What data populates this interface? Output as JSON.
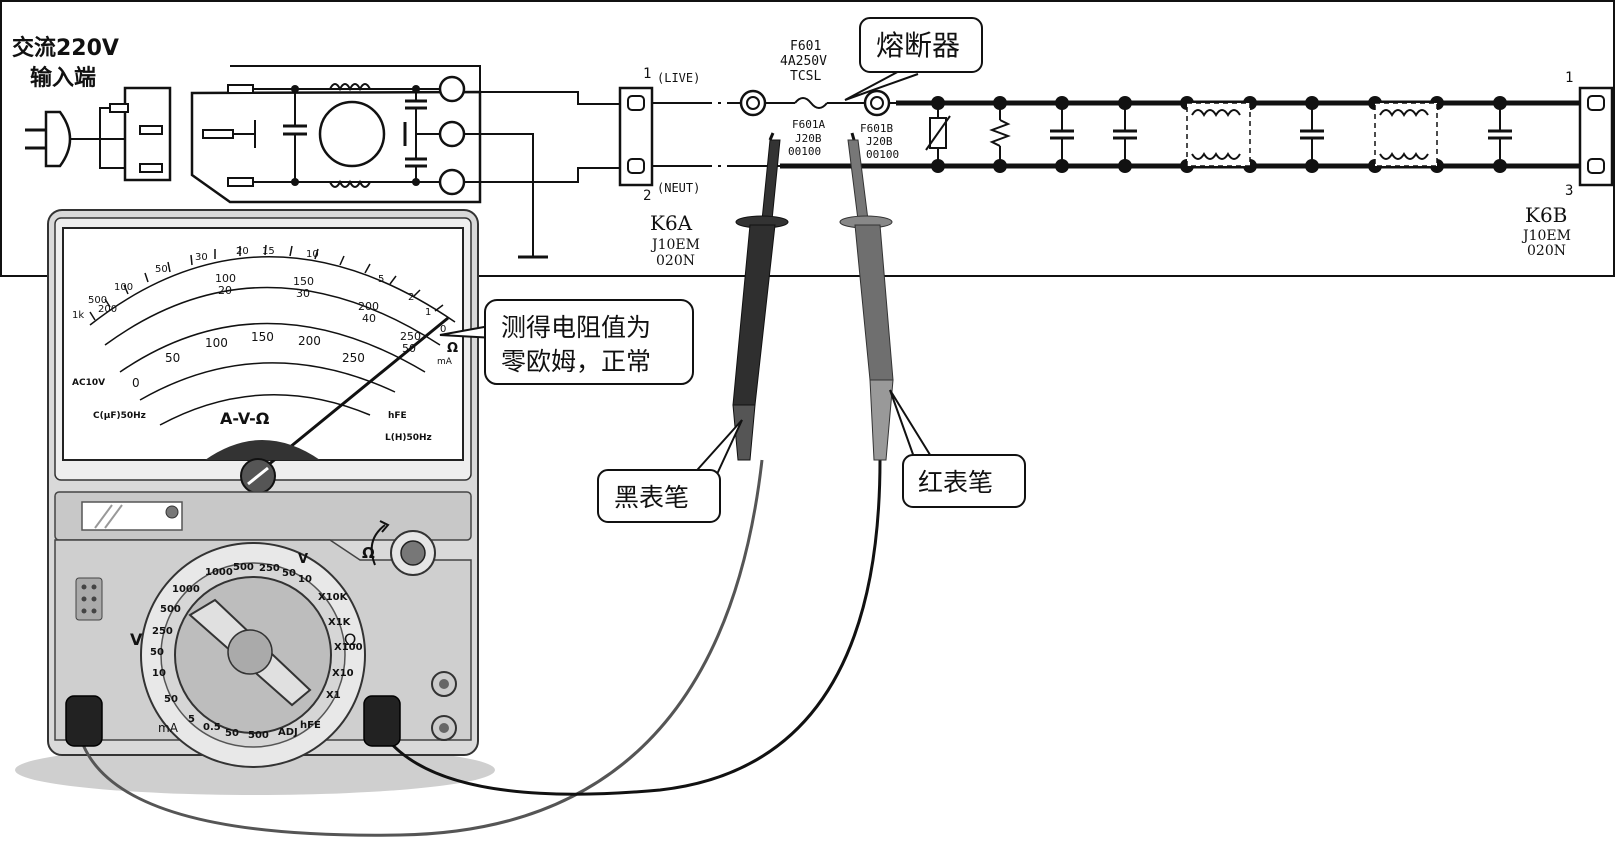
{
  "input": {
    "line1": "交流220V",
    "line2": "输入端"
  },
  "fuse": {
    "ref": "F601",
    "rating": "4A250V",
    "type": "TCSL",
    "pad_a": {
      "ref": "F601A",
      "code1": "J20B",
      "code2": "00100"
    },
    "pad_b": {
      "ref": "F601B",
      "code1": "J20B",
      "code2": "00100"
    }
  },
  "connector_a": {
    "pin1": "1",
    "pin1_label": "(LIVE)",
    "pin2": "2",
    "pin2_label": "(NEUT)",
    "name": "K6A",
    "code1": "J10EM",
    "code2": "020N"
  },
  "connector_b": {
    "pin1": "1",
    "pin3": "3",
    "name": "K6B",
    "code1": "J10EM",
    "code2": "020N"
  },
  "callouts": {
    "fuse": "熔断器",
    "reading_line1": "测得电阻值为",
    "reading_line2": "零欧姆，正常",
    "black_probe": "黑表笔",
    "red_probe": "红表笔"
  },
  "meter": {
    "face_labels": {
      "unit": "A-V-Ω",
      "ac": "AC10V",
      "cap": "C(μF)50Hz",
      "ind": "L(H)50Hz",
      "hfe": "hFE",
      "ohm": "Ω",
      "ma": "mA"
    },
    "ohm_scale": [
      "1k",
      "500",
      "200",
      "100",
      "50",
      "30",
      "20",
      "15",
      "10",
      "5",
      "2",
      "1",
      "0"
    ],
    "dc_scale": [
      "0",
      "50",
      "100",
      "150",
      "200",
      "250"
    ],
    "mid_scale": [
      "100",
      "20",
      "150",
      "30",
      "200",
      "40",
      "250",
      "50"
    ],
    "dial_left": "V",
    "dial_right": "Ω",
    "dial_top": "V",
    "dial_bottom": "mA",
    "dial_ring_top": [
      "1000",
      "500",
      "250",
      "50",
      "10"
    ],
    "dial_ring_right": [
      "X10K",
      "X1K",
      "X100",
      "X10",
      "X1"
    ],
    "dial_ring_left": [
      "10",
      "50",
      "250",
      "500",
      "1000"
    ],
    "dial_ring_bottom": [
      "50",
      "5",
      "0.5",
      "50",
      "500",
      "ADJ",
      "hFE"
    ],
    "knob_label": "Ω"
  }
}
